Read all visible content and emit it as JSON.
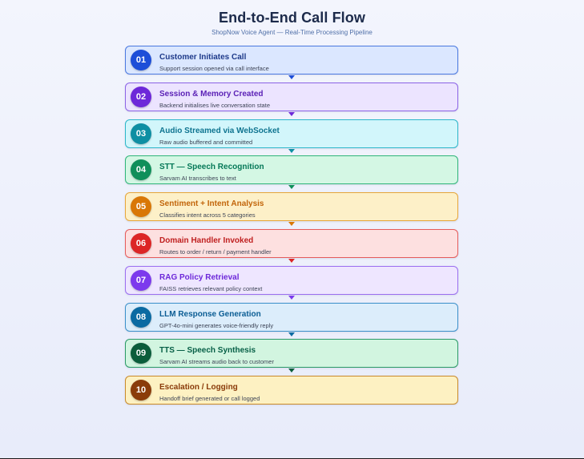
{
  "header": {
    "title": "End-to-End Call Flow",
    "subtitle": "ShopNow Voice Agent — Real-Time Processing Pipeline"
  },
  "steps": [
    {
      "number": "01",
      "title": "Customer Initiates Call",
      "description": "Support session opened via call interface",
      "colors": {
        "accent": "#1d4ed8",
        "background": "#dbe7ff",
        "border": "#4a78e0",
        "title": "#1e3a8a"
      }
    },
    {
      "number": "02",
      "title": "Session & Memory Created",
      "description": "Backend initialises live conversation state",
      "colors": {
        "accent": "#6d28d9",
        "background": "#ece4ff",
        "border": "#8b63e6",
        "title": "#5b21b6"
      }
    },
    {
      "number": "03",
      "title": "Audio Streamed via WebSocket",
      "description": "Raw audio buffered and committed",
      "colors": {
        "accent": "#0e8fa3",
        "background": "#d2f6fb",
        "border": "#2cb6c9",
        "title": "#0e7490"
      }
    },
    {
      "number": "04",
      "title": "STT — Speech Recognition",
      "description": "Sarvam AI transcribes to text",
      "colors": {
        "accent": "#0f8f5a",
        "background": "#d4f7e4",
        "border": "#2fb57a",
        "title": "#047857"
      }
    },
    {
      "number": "05",
      "title": "Sentiment + Intent Analysis",
      "description": "Classifies intent across 5 categories",
      "colors": {
        "accent": "#d97706",
        "background": "#fdf0c8",
        "border": "#e6a63a",
        "title": "#c2650a"
      }
    },
    {
      "number": "06",
      "title": "Domain Handler Invoked",
      "description": "Routes to order / return / payment handler",
      "colors": {
        "accent": "#dc2626",
        "background": "#fde0e0",
        "border": "#e55b5b",
        "title": "#c02020"
      }
    },
    {
      "number": "07",
      "title": "RAG Policy Retrieval",
      "description": "FAISS retrieves relevant policy context",
      "colors": {
        "accent": "#7c3aed",
        "background": "#eee6ff",
        "border": "#9a6ef0",
        "title": "#6d28d9"
      }
    },
    {
      "number": "08",
      "title": "LLM Response Generation",
      "description": "GPT-4o-mini generates voice-friendly reply",
      "colors": {
        "accent": "#0b6aa2",
        "background": "#dcedfb",
        "border": "#3a8fca",
        "title": "#0b5d94"
      }
    },
    {
      "number": "09",
      "title": "TTS — Speech Synthesis",
      "description": "Sarvam AI streams audio back to customer",
      "colors": {
        "accent": "#0b5d3b",
        "background": "#d2f5e0",
        "border": "#2a9a66",
        "title": "#065f46"
      }
    },
    {
      "number": "10",
      "title": "Escalation / Logging",
      "description": "Handoff brief generated or call logged",
      "colors": {
        "accent": "#8a3b0a",
        "background": "#fdf1c2",
        "border": "#c98a2a",
        "title": "#8a3b0a"
      }
    }
  ]
}
